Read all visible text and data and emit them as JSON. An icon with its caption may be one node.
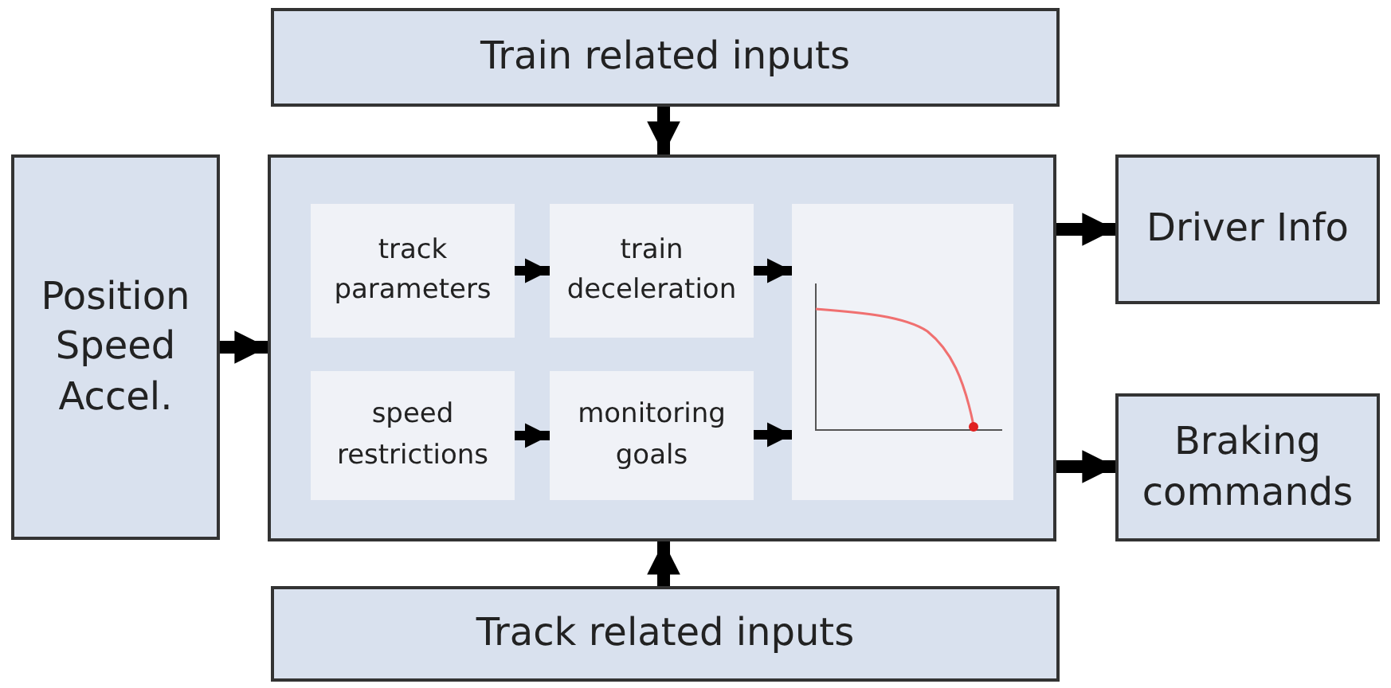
{
  "diagram": {
    "nodes": [
      {
        "text": [
          "Train related inputs"
        ]
      },
      {
        "text": [
          "Position Speed Accel."
        ]
      },
      {
        "text": [],
        "shape": "box"
      },
      {
        "text": [
          "track parameters"
        ],
        "in": 2
      },
      {
        "text": [
          "train deceleration"
        ],
        "in": 2
      },
      {
        "text": [],
        "shape": "picture",
        "in": 2
      },
      {
        "text": [
          "speed restrictions"
        ],
        "in": 2
      },
      {
        "text": [
          "monitoring goals"
        ],
        "in": 2
      },
      {
        "text": [
          "Driver Info"
        ]
      },
      {
        "text": [
          "Braking commands"
        ]
      },
      {
        "text": [
          "Track related inputs"
        ]
      }
    ],
    "edges": [
      {
        "from": 0,
        "to": 2,
        "arrow": "to"
      },
      {
        "from": 1,
        "to": 2,
        "arrow": "to"
      },
      {
        "from": 10,
        "to": 2,
        "arrow": "to"
      },
      {
        "from": 3,
        "to": 4,
        "arrow": "to"
      },
      {
        "from": 4,
        "to": 5,
        "arrow": "to"
      },
      {
        "from": 6,
        "to": 7,
        "arrow": "to"
      },
      {
        "from": 7,
        "to": 5,
        "arrow": "to"
      },
      {
        "from": 2,
        "to": 8,
        "arrow": "to"
      },
      {
        "from": 2,
        "to": 9,
        "arrow": "to"
      }
    ]
  }
}
